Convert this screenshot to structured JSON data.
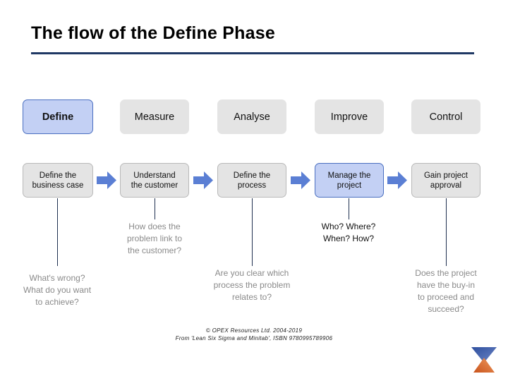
{
  "slide": {
    "title": "The flow of the Define Phase",
    "phases": [
      {
        "label": "Define",
        "active": true
      },
      {
        "label": "Measure",
        "active": false
      },
      {
        "label": "Analyse",
        "active": false
      },
      {
        "label": "Improve",
        "active": false
      },
      {
        "label": "Control",
        "active": false
      }
    ],
    "steps": [
      {
        "line1": "Define the",
        "line2": "business case",
        "active": false
      },
      {
        "line1": "Understand",
        "line2": "the customer",
        "active": false
      },
      {
        "line1": "Define the",
        "line2": "process",
        "active": false
      },
      {
        "line1": "Manage the",
        "line2": "project",
        "active": true
      },
      {
        "line1": "Gain project",
        "line2": "approval",
        "active": false
      }
    ],
    "notes": [
      {
        "id": "note-business-case",
        "lines": [
          "What's wrong?",
          "What do you want",
          "to achieve?"
        ],
        "tone": "grey"
      },
      {
        "id": "note-customer",
        "lines": [
          "How does the",
          "problem link to",
          "the customer?"
        ],
        "tone": "grey"
      },
      {
        "id": "note-process",
        "lines": [
          "Are you clear which",
          "process the problem",
          "relates to?"
        ],
        "tone": "grey"
      },
      {
        "id": "note-project",
        "lines": [
          "Who? Where?",
          "When? How?"
        ],
        "tone": "dark"
      },
      {
        "id": "note-approval",
        "lines": [
          "Does the project",
          "have the buy-in",
          "to proceed and",
          "succeed?"
        ],
        "tone": "grey"
      }
    ],
    "footer": {
      "line1": "© OPEX Resources Ltd. 2004-2019",
      "line2": "From 'Lean Six Sigma and Minitab', ISBN 9780995789906"
    },
    "logo": {
      "name": "opex-hourglass-logo",
      "top_color": "#3b5ca8",
      "bottom_color": "#d4662a"
    },
    "colors": {
      "rule": "#1f3864",
      "highlight_fill": "#c3d0f4",
      "highlight_border": "#4a6fc0",
      "box_fill": "#e4e4e4",
      "arrow": "#5b7fd4",
      "connector": "#1f3050",
      "note_grey": "#8a8a8a"
    }
  }
}
